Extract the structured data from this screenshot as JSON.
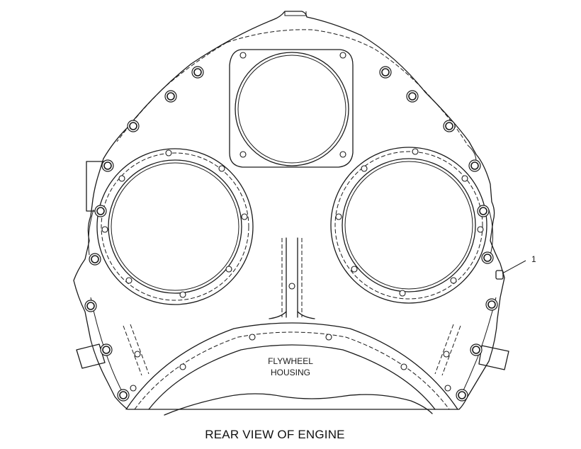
{
  "diagram": {
    "callout_number": "1",
    "housing_label_line1": "FLYWHEEL",
    "housing_label_line2": "HOUSING",
    "caption": "REAR VIEW OF ENGINE"
  },
  "colors": {
    "line": "#1a1a1a",
    "background": "#ffffff"
  }
}
